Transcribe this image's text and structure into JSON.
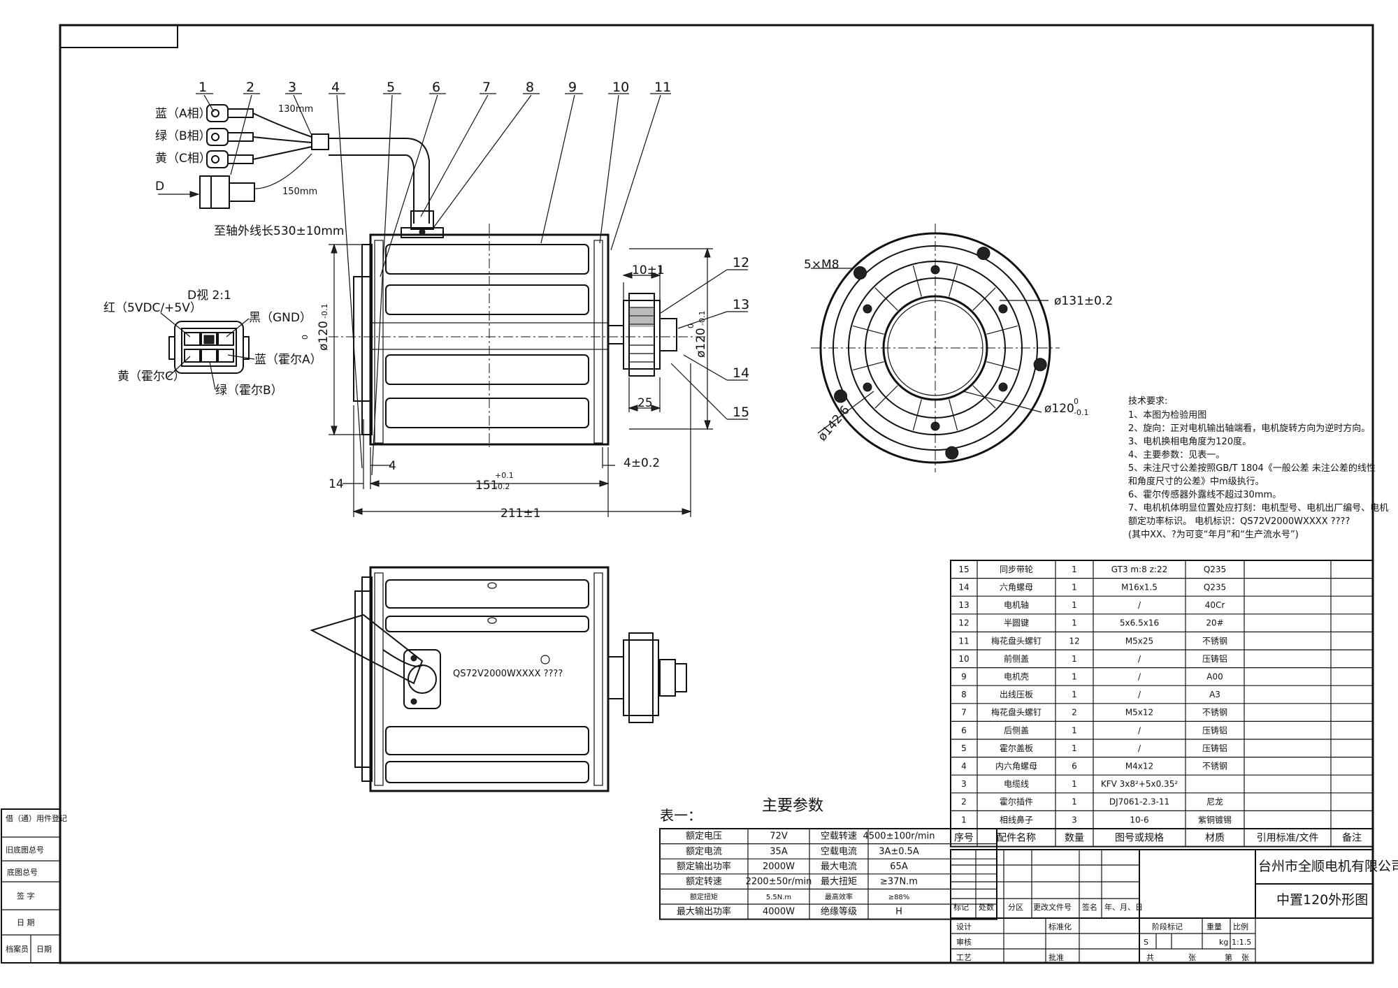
{
  "callouts": [
    "1",
    "2",
    "3",
    "4",
    "5",
    "6",
    "7",
    "8",
    "9",
    "10",
    "11",
    "12",
    "13",
    "14",
    "15"
  ],
  "wires": {
    "a_phase": "蓝（A相）",
    "b_phase": "绿（B相）",
    "c_phase": "黄（C相）",
    "d_view_arrow": "D",
    "len_130": "130mm",
    "len_150": "150mm",
    "cable_length": "至轴外线长530±10mm"
  },
  "connector": {
    "title": "D视 2:1",
    "red": "红（5VDC/+5V）",
    "black": "黑（GND）",
    "blue": "蓝（霍尔A）",
    "yellow": "黄（霍尔C）",
    "green": "绿（霍尔B）"
  },
  "dims": {
    "d120_left": "ø120",
    "d120_left_tol_top": "0",
    "d120_left_tol_bot": "-0.1",
    "d120_right": "ø120",
    "d120_right_tol_top": "0",
    "d120_right_tol_bot": "-0.1",
    "d10": "10±1",
    "d25": "25",
    "d4": "4",
    "d14": "14",
    "d151": "151",
    "d151_tol_top": "+0.1",
    "d151_tol_bot": "-0.2",
    "d4_02": "4±0.2",
    "d211": "211±1",
    "m8": "5×M8",
    "d131": "ø131±0.2",
    "d120_end": "ø120",
    "d120_end_tol_top": "0",
    "d120_end_tol_bot": "-0.1",
    "d142": "ø142.6"
  },
  "nameplate": "QS72V2000WXXXX ????",
  "tech": {
    "heading": "技术要求:",
    "lines": [
      "1、本图为检验用图",
      "2、旋向：正对电机输出轴端看，电机旋转方向为逆时方向。",
      "3、电机换相电角度为120度。",
      "4、主要参数：见表一。",
      "5、未注尺寸公差按照GB/T 1804《一般公差 未注公差的线性",
      "    和角度尺寸的公差》中m级执行。",
      "6、霍尔传感器外露线不超过30mm。",
      "7、电机机体明显位置处应打刻：电机型号、电机出厂编号、电机",
      "    额定功率标识。 电机标识：QS72V2000WXXXX ????",
      "    (其中XX、?为可变“年月”和“生产流水号”)"
    ]
  },
  "params": {
    "title": "主要参数",
    "table_label": "表一：",
    "rows": [
      [
        "额定电压",
        "72V",
        "空载转速",
        "4500±100r/min"
      ],
      [
        "额定电流",
        "35A",
        "空载电流",
        "3A±0.5A"
      ],
      [
        "额定输出功率",
        "2000W",
        "最大电流",
        "65A"
      ],
      [
        "额定转速",
        "2200±50r/min",
        "最大扭矩",
        "≥37N.m"
      ],
      [
        "额定扭矩",
        "5.5N.m",
        "最高效率",
        "≥88%"
      ],
      [
        "最大输出功率",
        "4000W",
        "绝缘等级",
        "H"
      ]
    ]
  },
  "bom": {
    "rows": [
      [
        "15",
        "同步带轮",
        "1",
        "GT3 m:8 z:22",
        "Q235"
      ],
      [
        "14",
        "六角螺母",
        "1",
        "M16x1.5",
        "Q235"
      ],
      [
        "13",
        "电机轴",
        "1",
        "/",
        "40Cr"
      ],
      [
        "12",
        "半圆键",
        "1",
        "5x6.5x16",
        "20#"
      ],
      [
        "11",
        "梅花盘头螺钉",
        "12",
        "M5x25",
        "不锈钢"
      ],
      [
        "10",
        "前侧盖",
        "1",
        "/",
        "压铸铝"
      ],
      [
        "9",
        "电机壳",
        "1",
        "/",
        "A00"
      ],
      [
        "8",
        "出线压板",
        "1",
        "/",
        "A3"
      ],
      [
        "7",
        "梅花盘头螺钉",
        "2",
        "M5x12",
        "不锈钢"
      ],
      [
        "6",
        "后侧盖",
        "1",
        "/",
        "压铸铝"
      ],
      [
        "5",
        "霍尔盖板",
        "1",
        "/",
        "压铸铝"
      ],
      [
        "4",
        "内六角螺母",
        "6",
        "M4x12",
        "不锈钢"
      ],
      [
        "3",
        "电缆线",
        "1",
        "KFV 3x8²+5x0.35²",
        ""
      ],
      [
        "2",
        "霍尔插件",
        "1",
        "DJ7061-2.3-11",
        "尼龙"
      ],
      [
        "1",
        "相线鼻子",
        "3",
        "10-6",
        "紫铜镀锡"
      ]
    ],
    "header": [
      "序号",
      "配件名称",
      "数量",
      "图号或规格",
      "材质",
      "引用标准/文件",
      "备注"
    ]
  },
  "title_block": {
    "company": "台州市全顺电机有限公司",
    "drawing": "中置120外形图",
    "rev_row": [
      "标记",
      "处数",
      "分区",
      "更改文件号",
      "签名",
      "年、月、日"
    ],
    "design": "设计",
    "standardize": "标准化",
    "check": "审核",
    "process": "工艺",
    "approve": "批准",
    "stage": "阶段标记",
    "weight": "重量",
    "scale_label": "比例",
    "s": "S",
    "kg": "kg",
    "scale": "1:1.5",
    "total": "共",
    "sheets": "张",
    "page": "第",
    "sheet2": "张"
  },
  "left_strip": [
    "借（通）用件登记",
    "旧底图总号",
    "底图总号",
    "签 字",
    "日 期",
    "档案员",
    "日期"
  ]
}
